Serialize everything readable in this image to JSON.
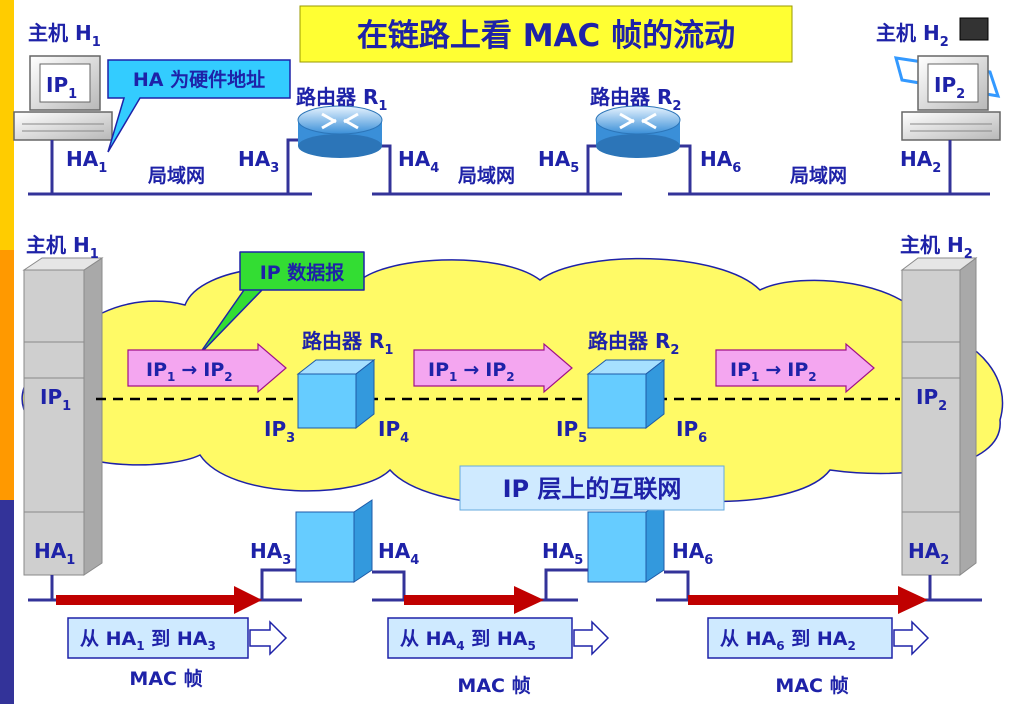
{
  "title": "在链路上看 MAC 帧的流动",
  "top": {
    "host1": "主机 H",
    "host2": "主机 H",
    "ha_callout": "HA 为硬件地址",
    "router1": "路由器 R",
    "router2": "路由器 R",
    "lan": "局域网",
    "ha": "HA",
    "ip": "IP",
    "sub": {
      "1": "1",
      "2": "2",
      "3": "3",
      "4": "4",
      "5": "5",
      "6": "6"
    }
  },
  "bottom": {
    "host1": "主机 H",
    "host2": "主机 H",
    "router1": "路由器 R",
    "router2": "路由器 R",
    "ip_datagram_callout": "IP 数据报",
    "ip_layer_label": "IP 层上的互联网",
    "packet_arrow": "→",
    "frame1_from": "从 HA",
    "frame_to": " 到 HA",
    "mac_frame": "MAC 帧"
  },
  "colors": {
    "title_bg": "#ffff33",
    "label": "#1e22a8",
    "cloud": "#fffa66",
    "callout_cyan": "#33ccff",
    "callout_green": "#33dd33",
    "packet": "#f4a6f0",
    "router_box": "#66ccff",
    "frame_box": "#cfeaff",
    "red_arrow": "#c00000",
    "sidebar_yellow": "#ffcc00",
    "sidebar_orange": "#ff9900",
    "sidebar_blue": "#333399"
  }
}
